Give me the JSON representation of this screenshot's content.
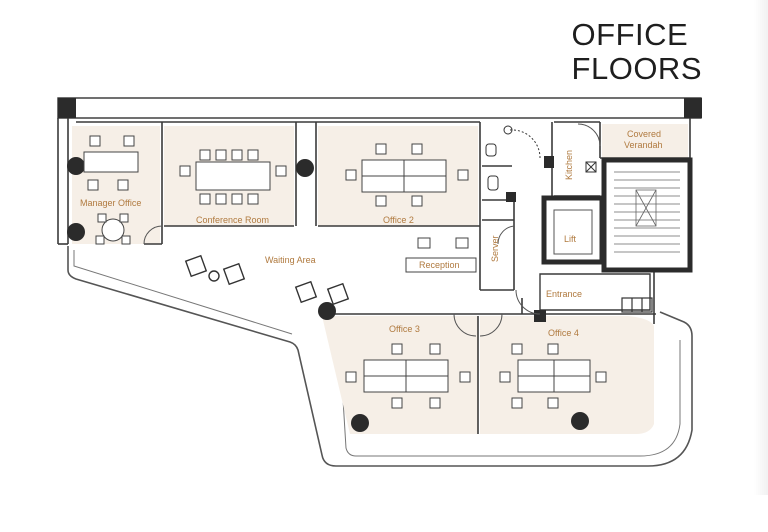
{
  "title": {
    "line1": "OFFICE",
    "line2": "FLOORS"
  },
  "rooms": {
    "manager_office": "Manager Office",
    "conference_room": "Conference Room",
    "office_2": "Office 2",
    "waiting_area": "Waiting Area",
    "reception": "Reception",
    "server": "Server",
    "kitchen": "Kitchen",
    "covered_verandah_1": "Covered",
    "covered_verandah_2": "Verandah",
    "lift": "Lift",
    "entrance": "Entrance",
    "office_3": "Office 3",
    "office_4": "Office 4"
  },
  "colors": {
    "room_fill": "#f6efe7",
    "wall": "#3a3a3a",
    "label": "#b07a3f",
    "column": "#2b2b2b"
  }
}
